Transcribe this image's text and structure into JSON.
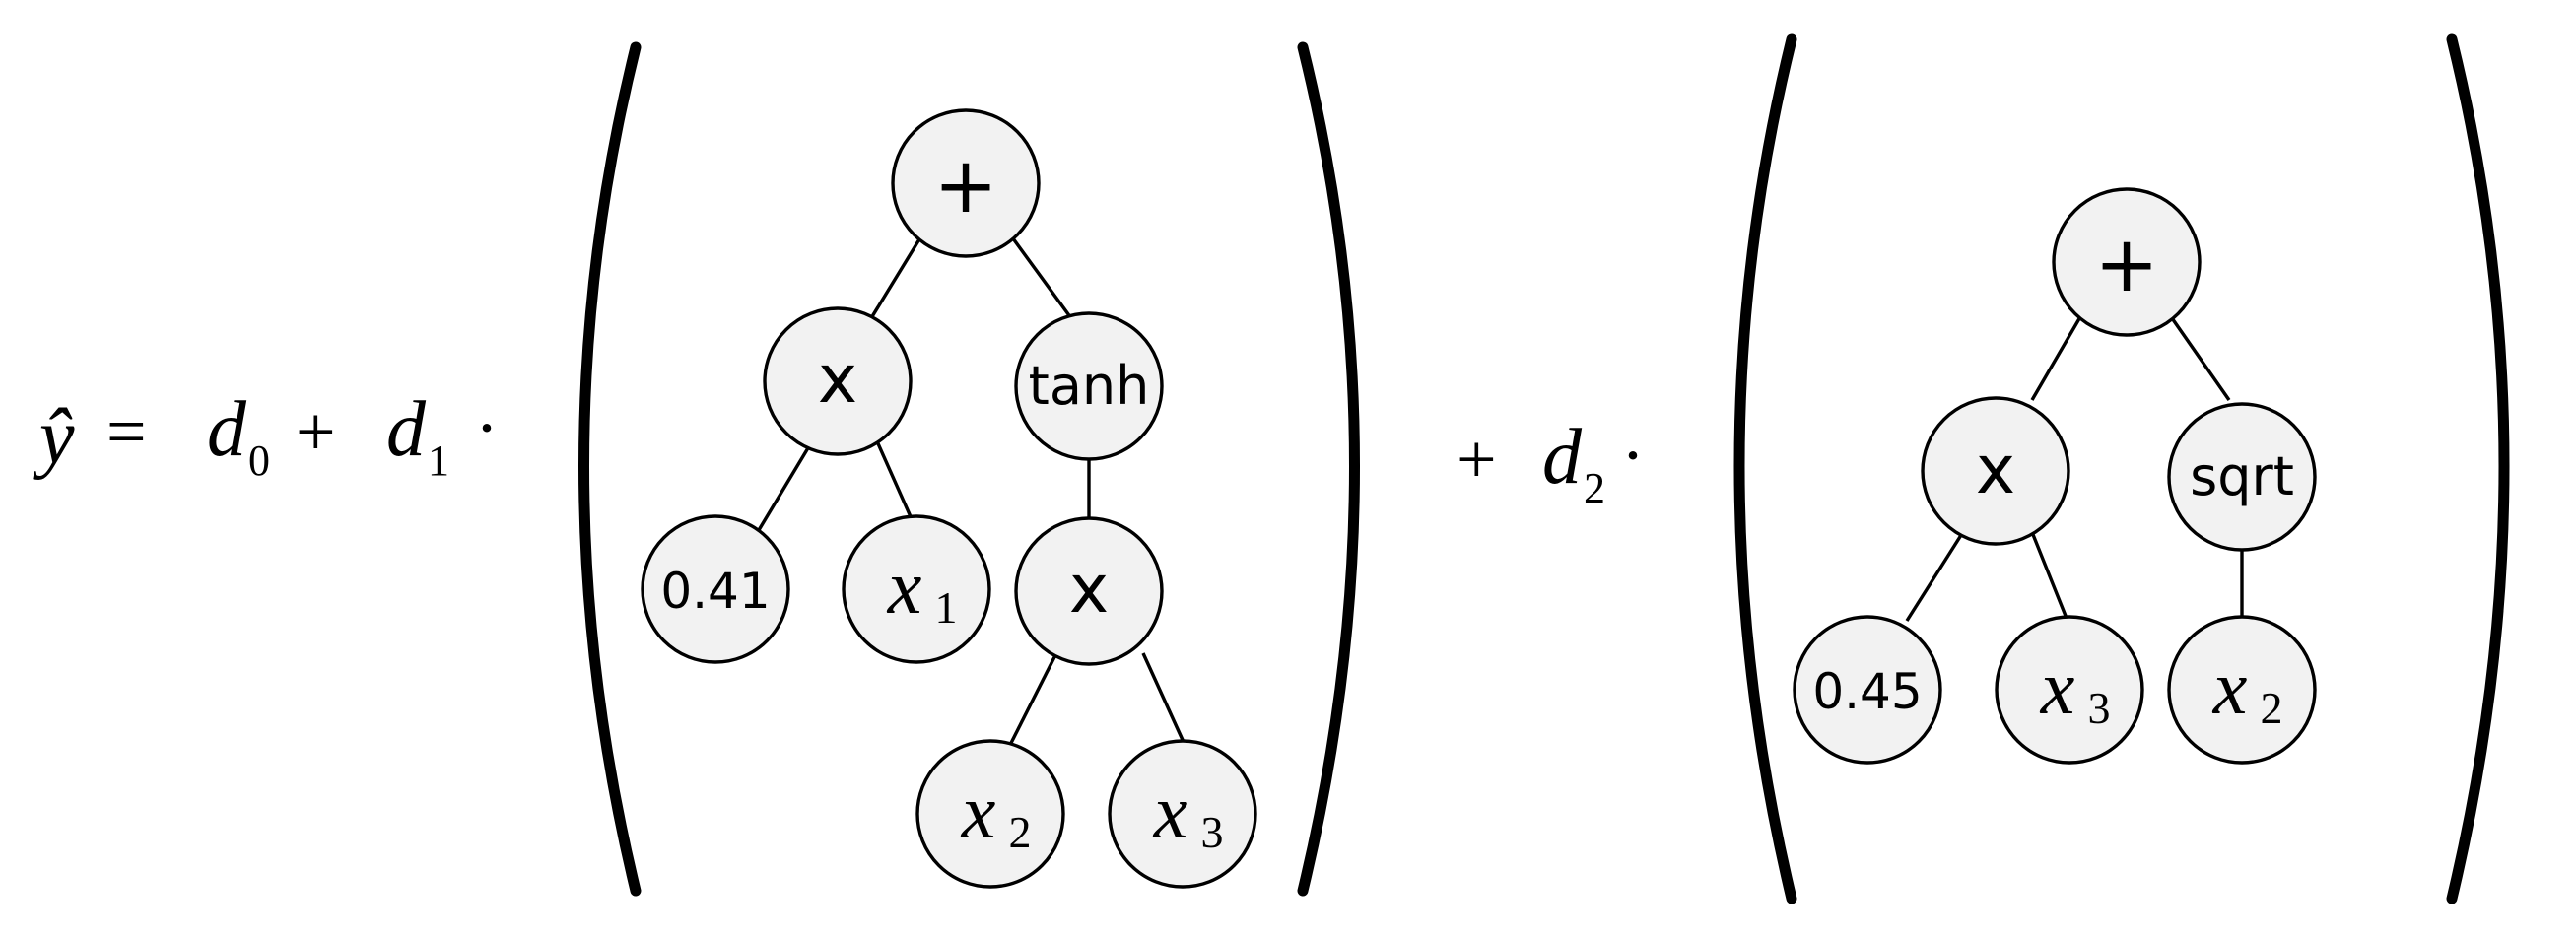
{
  "formula": {
    "lhs": "ŷ",
    "equals": "=",
    "d0": "d",
    "d0_sub": "0",
    "plus1": "+",
    "d1": "d",
    "d1_sub": "1",
    "dot1": "·",
    "plus2": "+",
    "d2": "d",
    "d2_sub": "2",
    "dot2": "·"
  },
  "tree1": {
    "root": "+",
    "mult": "x",
    "tanh": "tanh",
    "const": "0.41",
    "x1": {
      "var": "x",
      "sub": "1"
    },
    "mult2": "x",
    "x2": {
      "var": "x",
      "sub": "2"
    },
    "x3": {
      "var": "x",
      "sub": "3"
    }
  },
  "tree2": {
    "root": "+",
    "mult": "x",
    "sqrt": "sqrt",
    "const": "0.45",
    "x3": {
      "var": "x",
      "sub": "3"
    },
    "x2": {
      "var": "x",
      "sub": "2"
    }
  }
}
